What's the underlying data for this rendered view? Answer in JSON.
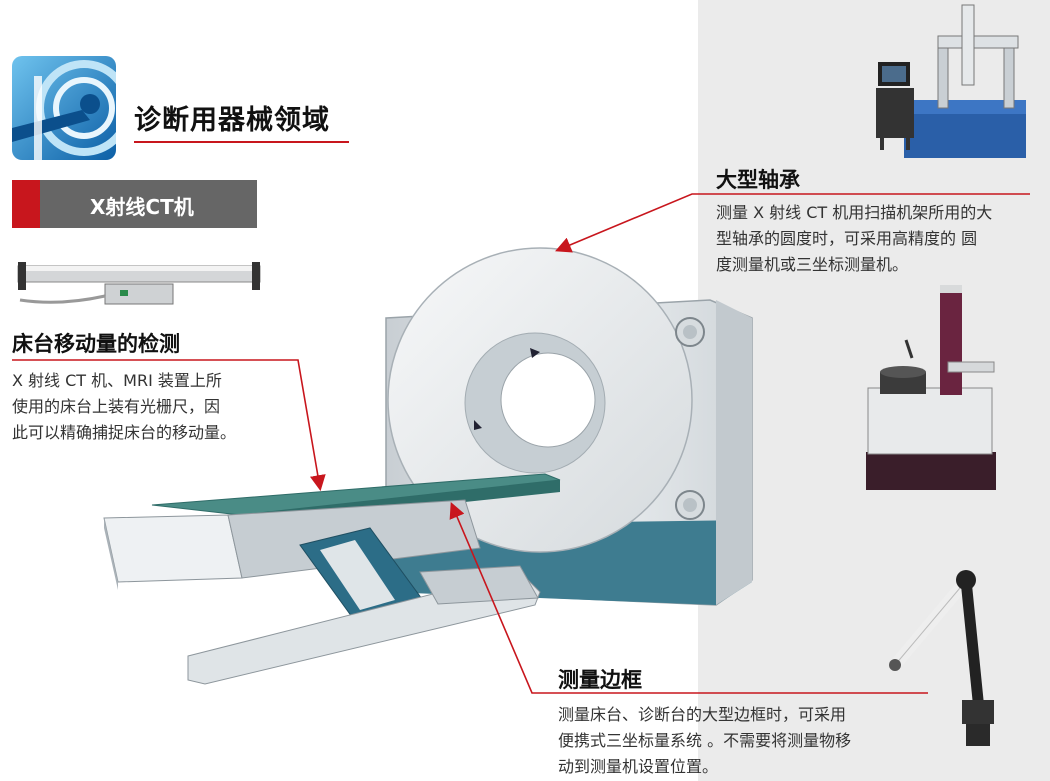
{
  "page": {
    "title": "诊断用器械领域",
    "tag": "X射线CT机"
  },
  "sections": {
    "bed": {
      "title": "床台移动量的检测",
      "lines": [
        "X 射线 CT 机、MRI 装置上所",
        "使用的床台上装有光栅尺，因",
        "此可以精确捕捉床台的移动量。"
      ]
    },
    "bearing": {
      "title": "大型轴承",
      "lines": [
        "测量 X 射线 CT 机用扫描机架所用的大",
        "型轴承的圆度时，可采用高精度的 圆",
        "度测量机或三坐标测量机。"
      ]
    },
    "frame": {
      "title": "测量边框",
      "lines": [
        "测量床台、诊断台的大型边框时，可采用",
        "便携式三坐标量系统  。不需要将测量物移",
        "动到测量机设置位置。"
      ]
    }
  },
  "images": {
    "logo": "ct-scan-logo-icon",
    "scale": "linear-scale-icon",
    "cmm": "coordinate-measuring-machine-icon",
    "roundness": "roundness-tester-icon",
    "arm": "portable-cmm-arm-icon",
    "ct": "ct-scanner-illustration"
  },
  "colors": {
    "accent": "#c8161d",
    "tag_bg": "#666666",
    "panel_bg": "#ebebeb",
    "ct_teal": "#3e7c90"
  }
}
